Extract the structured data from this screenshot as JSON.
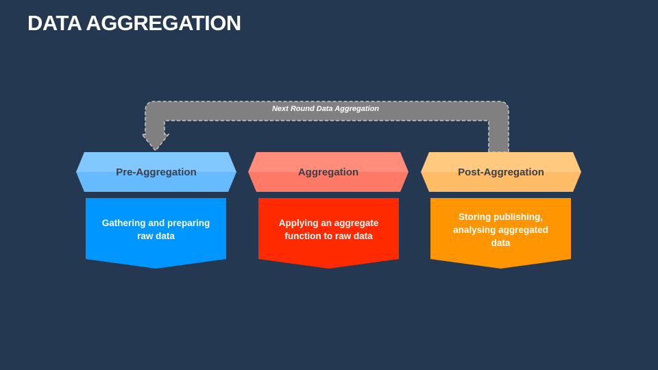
{
  "title": "DATA AGGREGATION",
  "loop_arrow_label": "Next Round Data Aggregation",
  "stages": [
    {
      "heading": "Pre-Aggregation",
      "description": "Gathering and preparing raw data",
      "header_color": "#7cc4ff",
      "body_color": "#0096ff"
    },
    {
      "heading": "Aggregation",
      "description": "Applying an aggregate function to raw data",
      "header_color": "#ff8a78",
      "body_color": "#ff2a00"
    },
    {
      "heading": "Post-Aggregation",
      "description": "Storing publishing, analysing aggregated data",
      "header_color": "#ffc67a",
      "body_color": "#ff9500"
    }
  ]
}
